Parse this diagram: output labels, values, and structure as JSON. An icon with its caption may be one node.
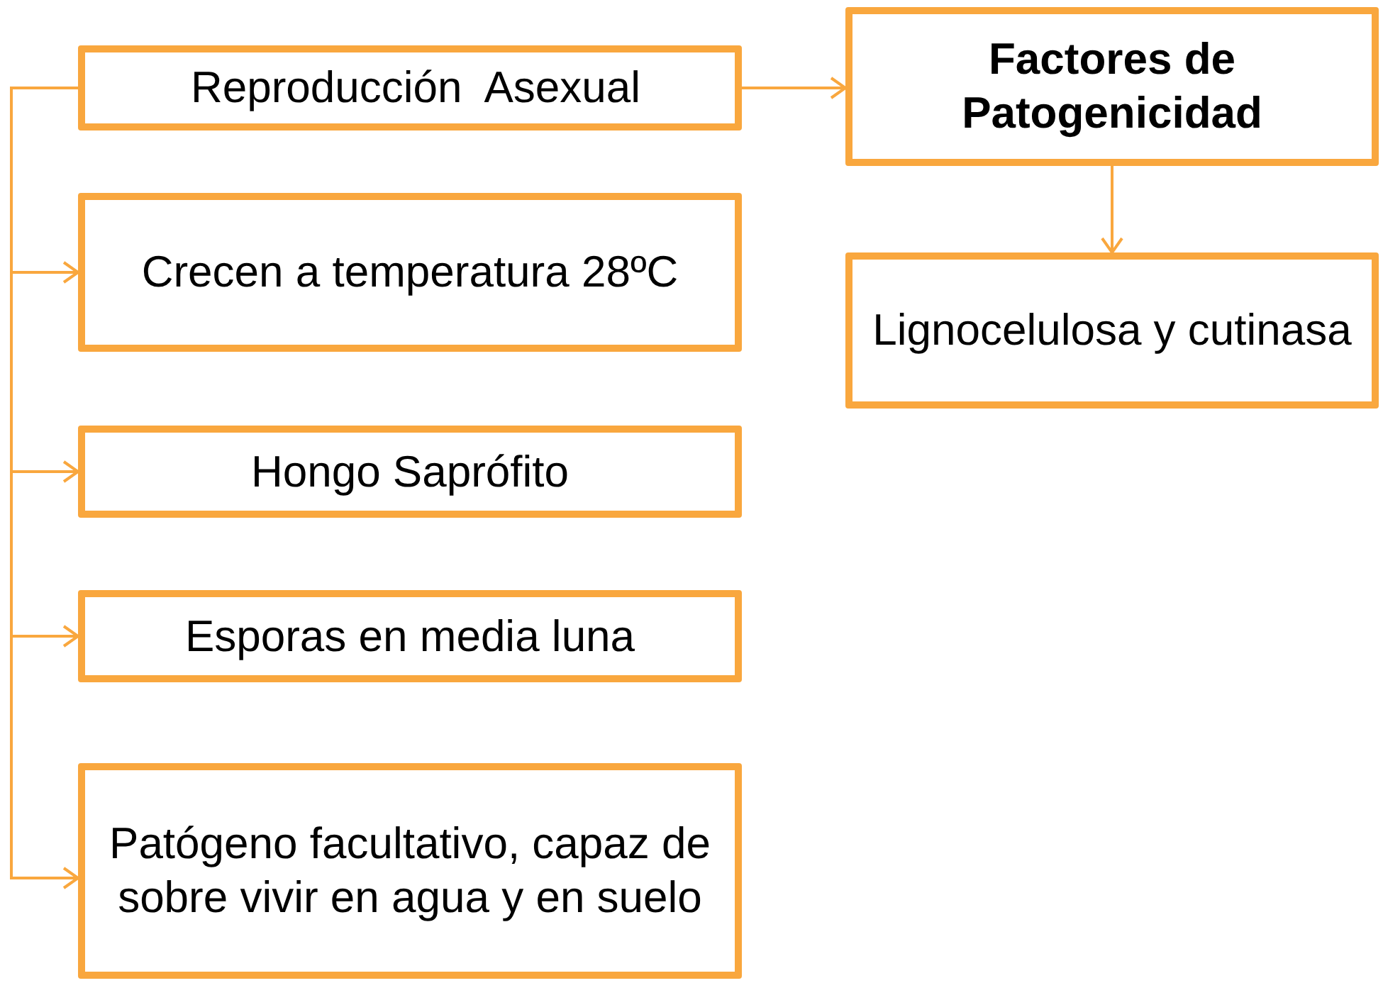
{
  "diagram": {
    "nodes": [
      {
        "text": [
          "Reproducción  Asexual"
        ]
      },
      {
        "text": [
          "Crecen a temperatura 28ºC"
        ]
      },
      {
        "text": [
          "Hongo Saprófito"
        ]
      },
      {
        "text": [
          "Esporas en media luna"
        ]
      },
      {
        "text": [
          "Patógeno facultativo, capaz de sobre vivir en agua y en suelo"
        ]
      },
      {
        "text": [
          "Factores de Patogenicidad"
        ]
      },
      {
        "text": [
          "Lignocelulosa y cutinasa"
        ]
      }
    ],
    "edges": [
      {
        "from": 0,
        "to": 1,
        "arrow": "to"
      },
      {
        "from": 0,
        "to": 2,
        "arrow": "to"
      },
      {
        "from": 0,
        "to": 3,
        "arrow": "to"
      },
      {
        "from": 0,
        "to": 4,
        "arrow": "to"
      },
      {
        "from": 0,
        "to": 5,
        "arrow": "to"
      },
      {
        "from": 5,
        "to": 6,
        "arrow": "to"
      }
    ]
  }
}
